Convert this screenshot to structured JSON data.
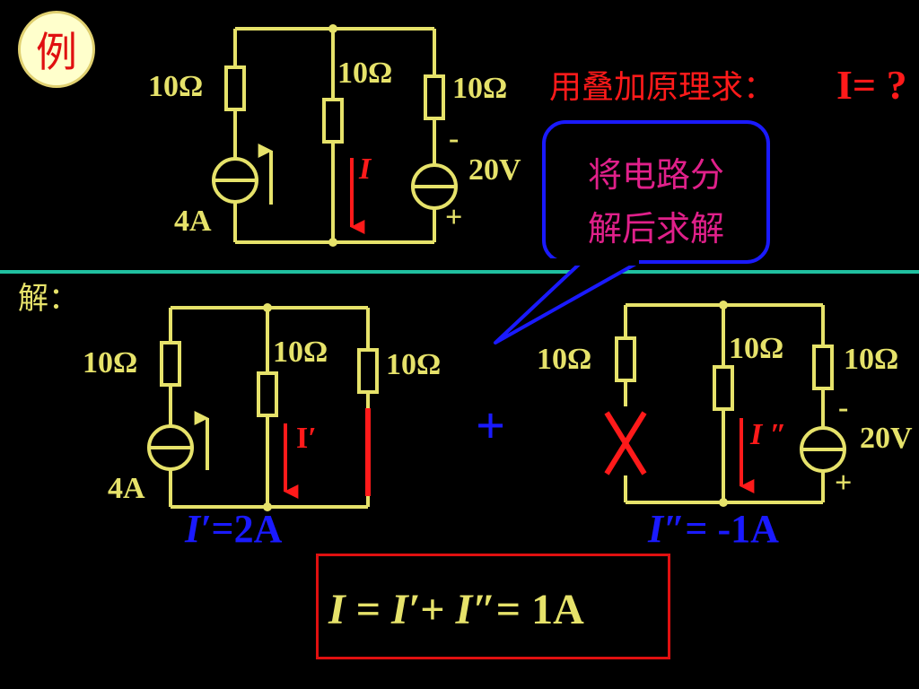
{
  "badge": "例",
  "question": {
    "text": "用叠加原理求：",
    "target": "I= ?"
  },
  "bubble": {
    "line1": "将电路分",
    "line2": "解后求解"
  },
  "solution_label": "解：",
  "original_circuit": {
    "r_left": "10Ω",
    "r_mid": "10Ω",
    "r_right": "10Ω",
    "source_current": "4A",
    "source_voltage": "20V",
    "minus": "-",
    "plus": "+",
    "current_label": "I"
  },
  "sub_circuit_1": {
    "r_left": "10Ω",
    "r_mid": "10Ω",
    "r_right": "10Ω",
    "source_current": "4A",
    "current_label": "I′",
    "result_lhs": "I′",
    "result_rhs": "=2A"
  },
  "plus_sign": "+",
  "sub_circuit_2": {
    "r_left": "10Ω",
    "r_mid": "10Ω",
    "r_right": "10Ω",
    "source_voltage": "20V",
    "minus": "-",
    "plus": "+",
    "current_label": "I ″",
    "result_lhs": "I″",
    "result_rhs": "= -1A"
  },
  "final": {
    "i": "I",
    "eq1": " = ",
    "ip": "I′",
    "plus": "+ ",
    "ipp": "I″",
    "rest": "= 1A"
  },
  "colors": {
    "wire": "#e6e26a",
    "arrow": "#ff1a1a",
    "divider": "#20c0a0",
    "blue": "#1a1aff",
    "magenta": "#e0208a"
  }
}
